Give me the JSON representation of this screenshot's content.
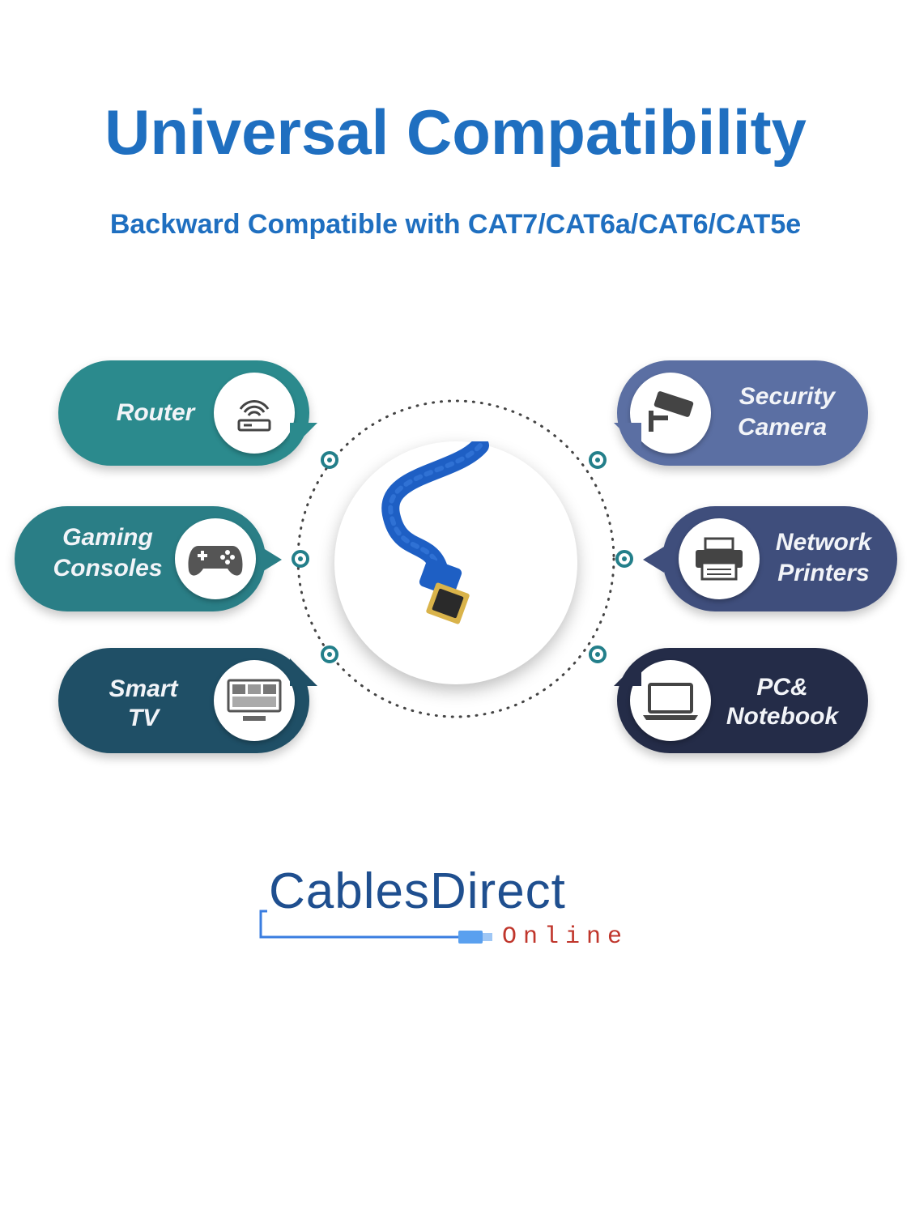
{
  "header": {
    "title": "Universal Compatibility",
    "subtitle": "Backward Compatible with CAT7/CAT6a/CAT6/CAT5e"
  },
  "devices": {
    "router": {
      "label": "Router",
      "icon": "router-icon"
    },
    "gaming": {
      "label_line1": "Gaming",
      "label_line2": "Consoles",
      "icon": "gamepad-icon"
    },
    "tv": {
      "label_line1": "Smart",
      "label_line2": "TV",
      "icon": "tv-icon"
    },
    "security": {
      "label_line1": "Security",
      "label_line2": "Camera",
      "icon": "security-camera-icon"
    },
    "printer": {
      "label_line1": "Network",
      "label_line2": "Printers",
      "icon": "printer-icon"
    },
    "pc": {
      "label_line1": "PC&",
      "label_line2": "Notebook",
      "icon": "laptop-icon"
    }
  },
  "center": {
    "icon": "ethernet-cable-icon"
  },
  "logo": {
    "main": "CablesDirect",
    "sub": "Online"
  },
  "colors": {
    "title_blue": "#1f6fc0",
    "router": "#2b8a8d",
    "gaming": "#2a7e86",
    "tv": "#1f4f66",
    "security": "#5b6fa3",
    "printer": "#3f4e7c",
    "pc": "#242c48",
    "cable_blue": "#1e5fc4",
    "logo_blue": "#1f4f8f",
    "logo_red": "#c0362c"
  }
}
